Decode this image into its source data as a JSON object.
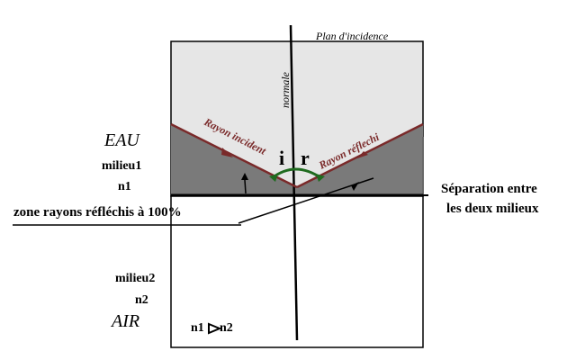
{
  "labels": {
    "plan": "Plan d'incidence",
    "normale": "normale",
    "eau": "EAU",
    "milieu1": "milieu1",
    "n1": "n1",
    "rayon_incident": "Rayon incident",
    "rayon_reflechi": "Rayon réflechi",
    "angle_i": "i",
    "angle_r": "r",
    "separation_line1": "Séparation entre",
    "separation_line2": "les deux milieux",
    "zone": "zone rayons réfléchis à 100%",
    "milieu2": "milieu2",
    "n2": "n2",
    "air": "AIR",
    "ineq_left": "n1",
    "ineq_right": "n2"
  },
  "colors": {
    "water_light": "#e6e6e6",
    "water_dark": "#7a7a7a",
    "ray": "#7a2a2a",
    "angle_arc": "#1f6b1f",
    "outline": "#000000"
  }
}
